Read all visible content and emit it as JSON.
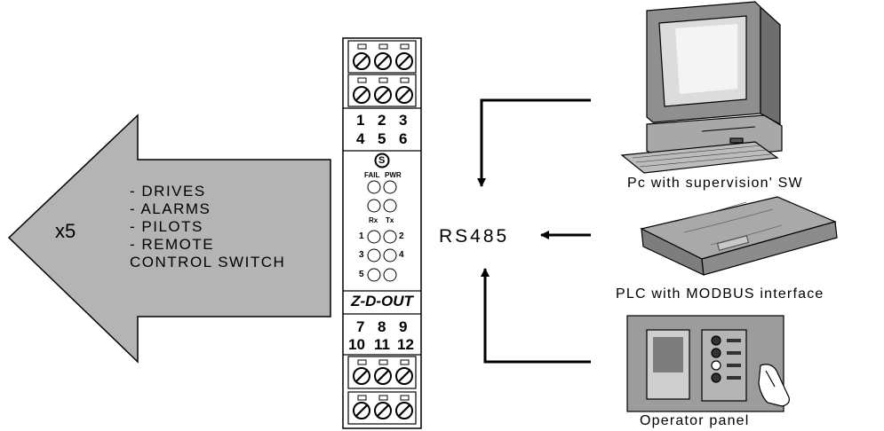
{
  "targets": {
    "multiplier": "x5",
    "items": [
      "- DRIVES",
      "- ALARMS",
      "- PILOTS",
      "- REMOTE",
      "CONTROL SWITCH"
    ]
  },
  "module": {
    "name": "Z-D-OUT",
    "top_terminals": [
      "1",
      "2",
      "3",
      "4",
      "5",
      "6"
    ],
    "bottom_terminals": [
      "7",
      "8",
      "9",
      "10",
      "11",
      "12"
    ],
    "led_labels": {
      "fail": "FAIL",
      "pwr": "PWR",
      "rx": "Rx",
      "tx": "Tx"
    },
    "channel_labels": [
      "1",
      "2",
      "3",
      "4",
      "5"
    ],
    "logo": "S"
  },
  "bus": {
    "label": "RS485"
  },
  "devices": [
    {
      "caption": "Pc with supervision' SW",
      "icon": "desktop-pc-icon"
    },
    {
      "caption": "PLC with MODBUS interface",
      "icon": "plc-icon"
    },
    {
      "caption": "Operator panel",
      "icon": "operator-panel-icon"
    }
  ],
  "colors": {
    "arrow_fill": "#b4b4b4",
    "line": "#000000",
    "device_gray": "#9a9a9a"
  }
}
